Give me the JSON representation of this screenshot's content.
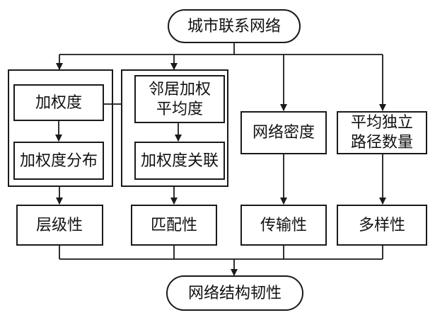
{
  "nodes": {
    "city_network": "城市联系网络",
    "weighted_degree": "加权度",
    "weighted_degree_distribution": "加权度分布",
    "neighbor_avg_line1": "邻居加权",
    "neighbor_avg_line2": "平均度",
    "weighted_degree_correlation": "加权度关联",
    "network_density": "网络密度",
    "indep_paths_line1": "平均独立",
    "indep_paths_line2": "路径数量",
    "hierarchy": "层级性",
    "matching": "匹配性",
    "transmission": "传输性",
    "diversity": "多样性",
    "resilience": "网络结构韧性"
  },
  "colors": {
    "stroke": "#1a1a1a",
    "fill": "#ffffff",
    "text": "#111111"
  }
}
